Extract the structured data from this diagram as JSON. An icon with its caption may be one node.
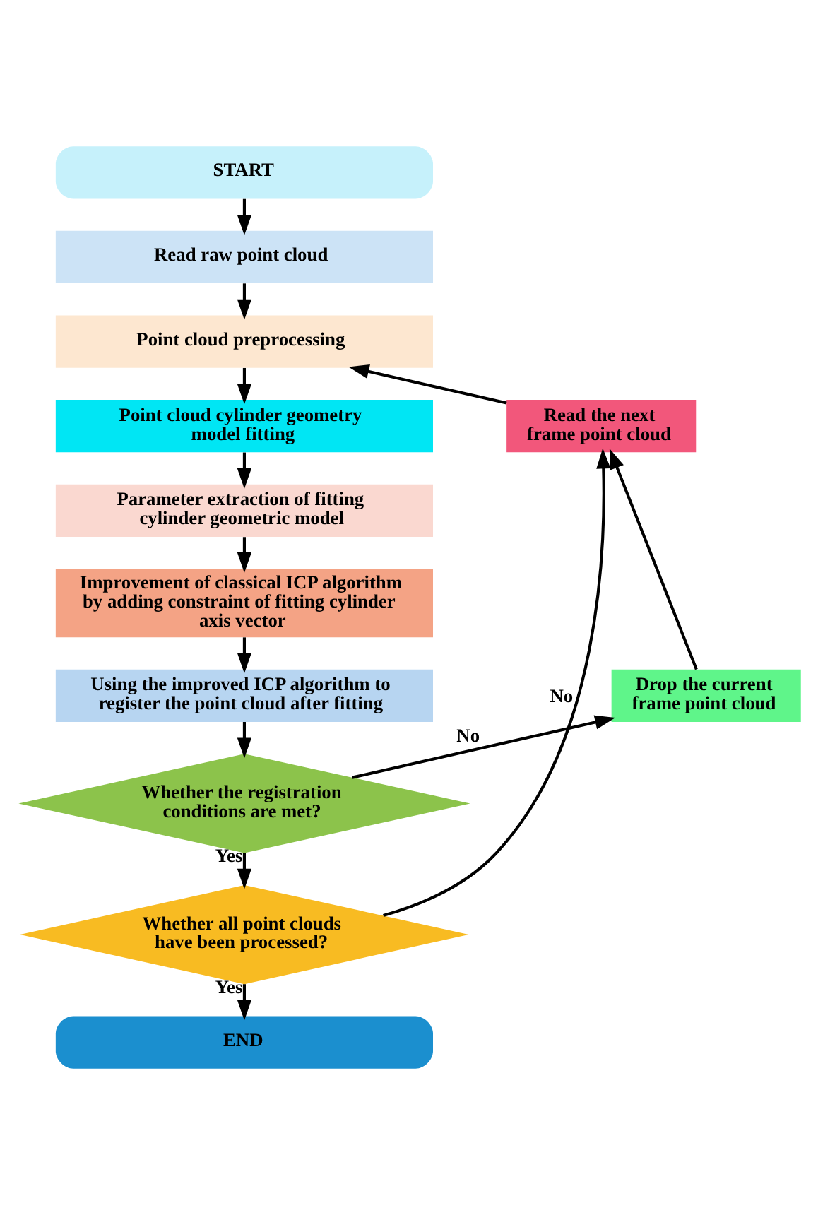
{
  "diagram": {
    "nodes": [
      {
        "text": [
          "START"
        ]
      },
      {
        "text": [
          "Read raw point cloud"
        ]
      },
      {
        "text": [
          "Point cloud preprocessing"
        ]
      },
      {
        "text": [
          "Point cloud cylinder geometry model fitting"
        ]
      },
      {
        "text": [
          "Parameter extraction of fitting cylinder geometric model"
        ]
      },
      {
        "text": [
          "Improvement of classical ICP algorithm by adding constraint of fitting cylinder axis vector"
        ]
      },
      {
        "text": [
          "Using the improved ICP algorithm to register the point cloud after fitting"
        ]
      },
      {
        "text": [
          "Whether the registration conditions are met?"
        ]
      },
      {
        "text": [
          "Whether all point clouds have been processed?"
        ]
      },
      {
        "text": [
          "END"
        ]
      },
      {
        "text": [
          "Read the next frame point cloud"
        ]
      },
      {
        "text": [
          "Drop the current frame point cloud"
        ]
      }
    ],
    "edges": [
      {
        "from": 0,
        "to": 1,
        "arrow": "to"
      },
      {
        "from": 1,
        "to": 2,
        "arrow": "to"
      },
      {
        "from": 2,
        "to": 3,
        "arrow": "to"
      },
      {
        "from": 3,
        "to": 4,
        "arrow": "to"
      },
      {
        "from": 4,
        "to": 5,
        "arrow": "to"
      },
      {
        "from": 5,
        "to": 6,
        "arrow": "to"
      },
      {
        "from": 6,
        "to": 7,
        "arrow": "to"
      },
      {
        "from": 7,
        "to": 8,
        "arrow": "to",
        "label": "Yes"
      },
      {
        "from": 8,
        "to": 9,
        "arrow": "to",
        "label": "Yes"
      },
      {
        "from": 7,
        "to": 11,
        "arrow": "to",
        "label": "No"
      },
      {
        "from": 11,
        "to": 10,
        "arrow": "to"
      },
      {
        "from": 10,
        "to": 2,
        "arrow": "to"
      },
      {
        "from": 8,
        "to": 10,
        "arrow": "to",
        "label": "No"
      }
    ]
  }
}
